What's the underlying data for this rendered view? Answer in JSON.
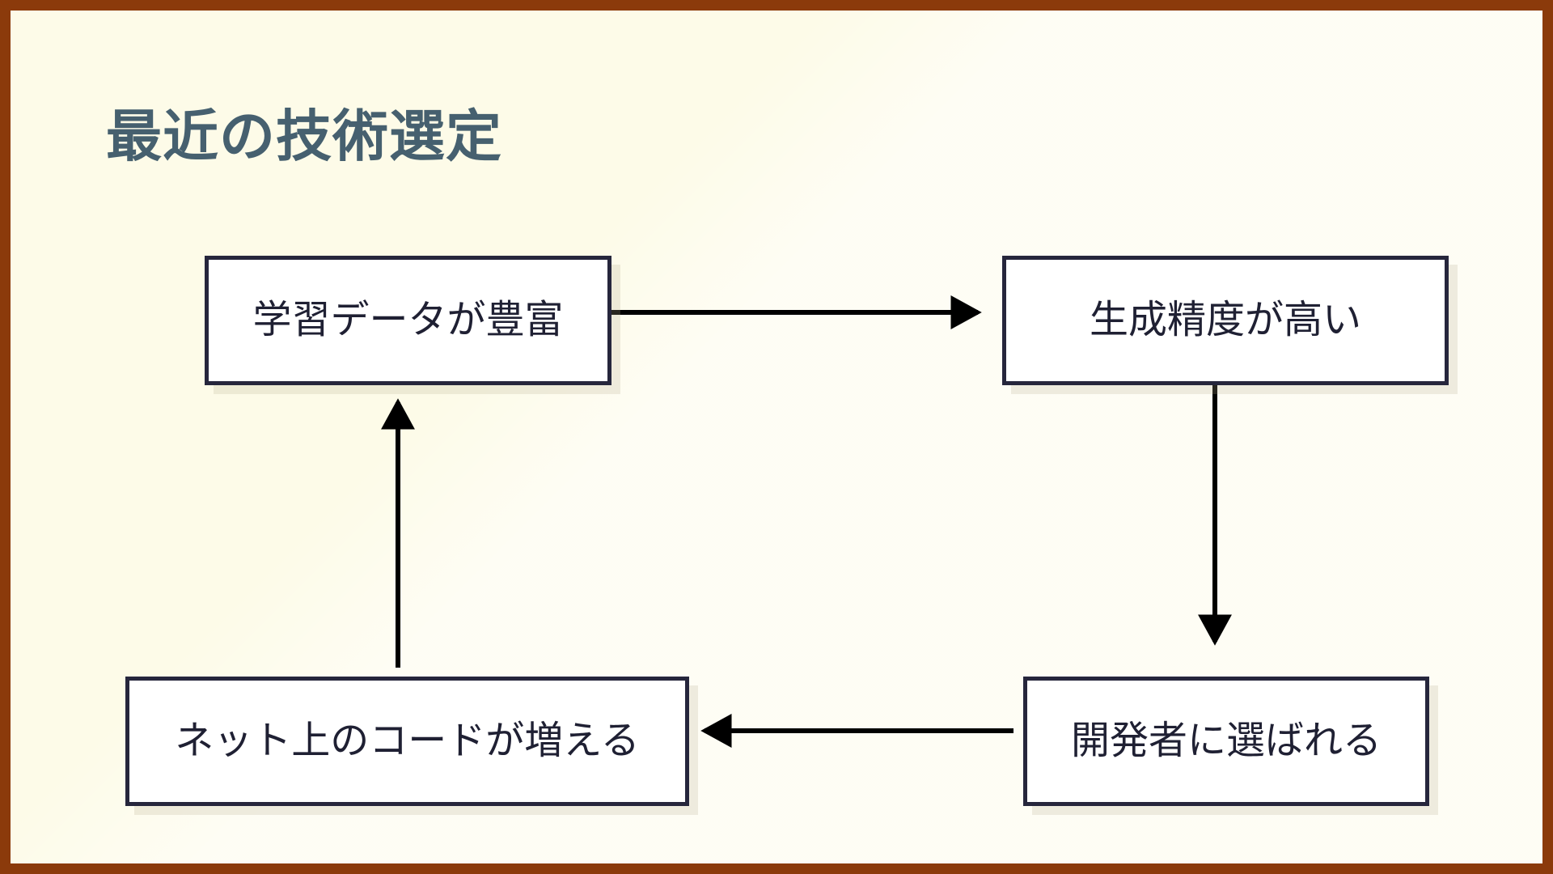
{
  "slide": {
    "title": "最近の技術選定",
    "title_color": "#46606f",
    "background_color": "#fdfbe8",
    "border_color": "#8b3a0b",
    "node_border_color": "#26263c",
    "node_fill_color": "#ffffff",
    "node_text_color": "#1f2033",
    "arrow_color": "#000000"
  },
  "diagram": {
    "type": "flowchart-cycle",
    "nodes": [
      {
        "id": "training-data",
        "label": "学習データが豊富",
        "position": "top-left"
      },
      {
        "id": "accuracy",
        "label": "生成精度が高い",
        "position": "top-right"
      },
      {
        "id": "chosen",
        "label": "開発者に選ばれる",
        "position": "bottom-right"
      },
      {
        "id": "code-growth",
        "label": "ネット上のコードが増える",
        "position": "bottom-left"
      }
    ],
    "edges": [
      {
        "from": "training-data",
        "to": "accuracy",
        "direction": "right",
        "label": ""
      },
      {
        "from": "accuracy",
        "to": "chosen",
        "direction": "down",
        "label": ""
      },
      {
        "from": "chosen",
        "to": "code-growth",
        "direction": "left",
        "label": ""
      },
      {
        "from": "code-growth",
        "to": "training-data",
        "direction": "up",
        "label": ""
      }
    ]
  }
}
